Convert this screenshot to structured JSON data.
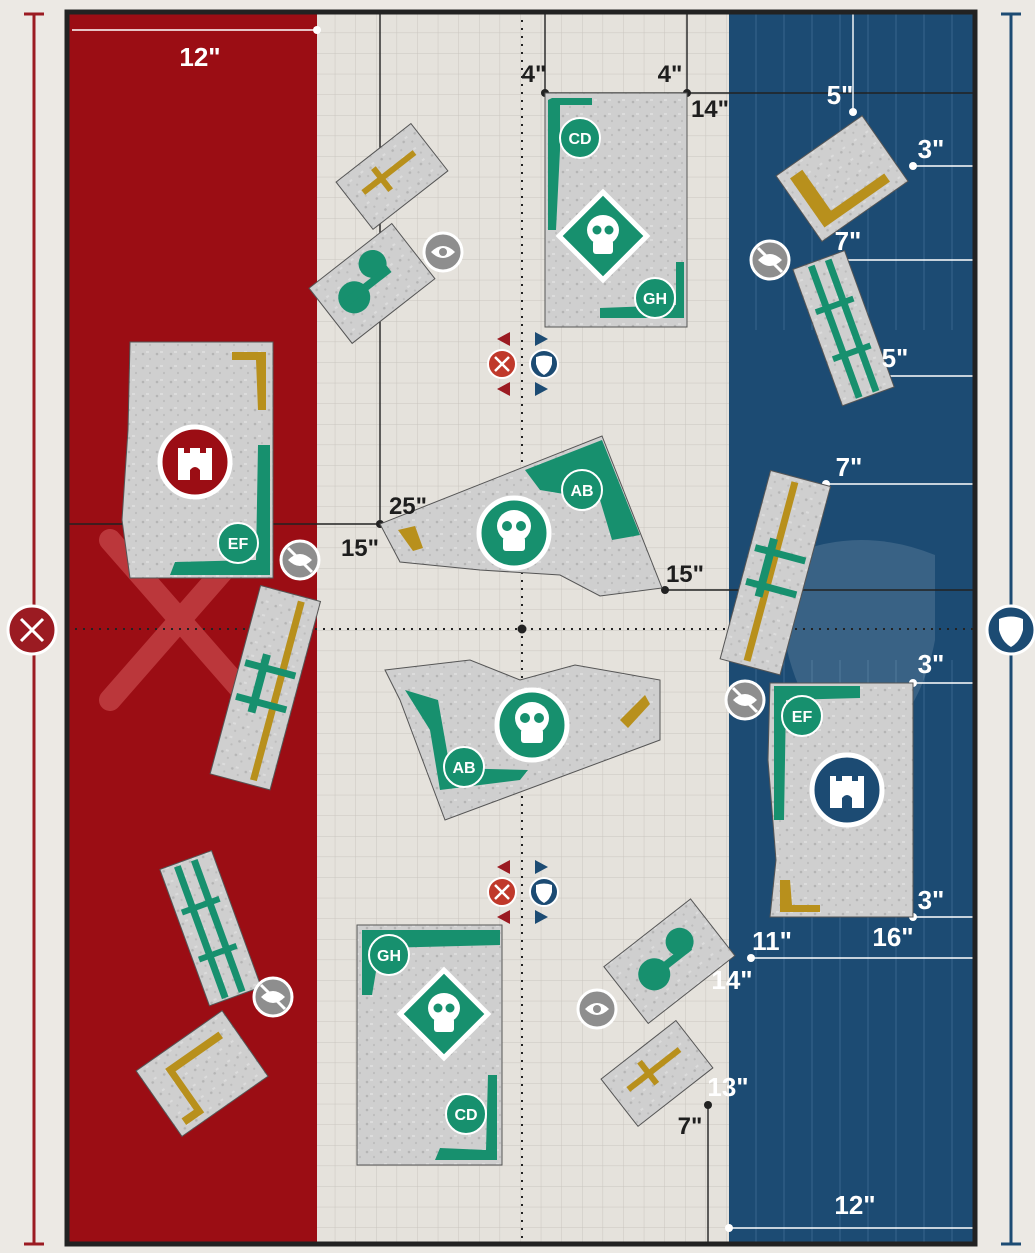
{
  "board": {
    "colors": {
      "red_zone": "#9b0d14",
      "blue_zone": "#1c4b73",
      "neutral": "#e5e2dc",
      "ruin_floor": "#c9c9c9",
      "ruin_wall": "#17906e",
      "objective_green": "#167a5e",
      "gold": "#b8901c",
      "border": "#222222"
    },
    "icons": {
      "red_home": "castle-icon",
      "blue_home": "castle-icon",
      "attacker": "crossed-swords-icon",
      "defender": "shield-icon",
      "objective": "skull-icon",
      "obscuring": "eye-slash-icon",
      "visible": "eye-icon"
    }
  },
  "labels": {
    "red_top": "12\"",
    "blue_bottom": "12\"",
    "m_4a": "4\"",
    "m_4b": "4\"",
    "m_14a": "14\"",
    "m_5a": "5\"",
    "m_3a": "3\"",
    "m_7a": "7\"",
    "m_5b": "5\"",
    "m_7b": "7\"",
    "m_25": "25\"",
    "m_15a": "15\"",
    "m_15b": "15\"",
    "m_3b": "3\"",
    "m_3c": "3\"",
    "m_16": "16\"",
    "m_11": "11\"",
    "m_14b": "14\"",
    "m_13": "13\"",
    "m_7c": "7\""
  },
  "markers": {
    "cd_top": "CD",
    "gh_top": "GH",
    "ab_upper": "AB",
    "ef_left": "EF",
    "ab_lower": "AB",
    "ef_right": "EF",
    "gh_bottom": "GH",
    "cd_bottom": "CD"
  }
}
